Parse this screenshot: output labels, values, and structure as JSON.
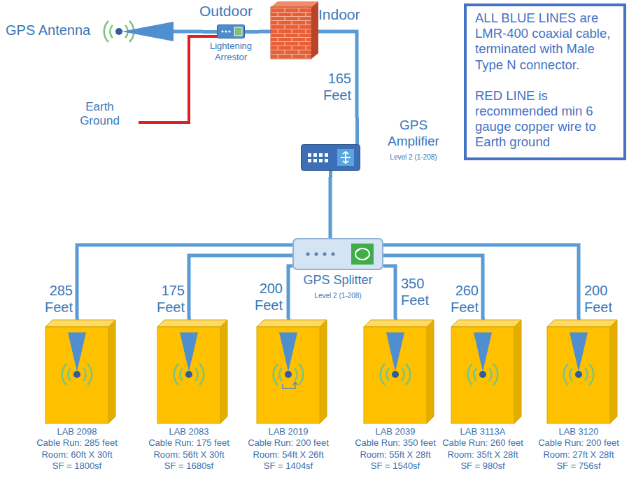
{
  "diagram": {
    "nodes": [
      {
        "text": [
          "GPS Antenna"
        ]
      },
      {
        "text": [
          "Lightening Arrestor"
        ]
      },
      {
        "text": [
          "ALL BLUE LINES are LMR-400 coaxial cable, terminated with Male Type N connector.",
          "RED LINE is recommended min 6 gauge copper wire to Earth ground"
        ]
      },
      {
        "text": [
          "GPS Amplifier",
          "Level 2 (1-208)"
        ]
      },
      {
        "text": [
          "GPS Splitter",
          "Level 2 (1-208)"
        ]
      },
      {
        "text": [
          "LAB 2098",
          "Cable Run: 285 feet",
          "Room: 60ft X 30ft",
          "SF = 1800sf"
        ]
      },
      {
        "text": [
          "LAB 2083",
          "Cable Run: 175 feet",
          "Room: 56ft X 30ft",
          "SF = 1680sf"
        ]
      },
      {
        "text": [
          "LAB 2019",
          "Cable Run: 200 feet",
          "Room: 54ft X 26ft",
          "SF = 1404sf"
        ]
      },
      {
        "text": [
          "LAB 2039",
          "Cable Run: 350 feet",
          "Room: 55ft X 28ft",
          "SF = 1540sf"
        ]
      },
      {
        "text": [
          "LAB 3113A",
          "Cable Run: 260 feet",
          "Room: 35ft X 28ft",
          "SF = 980sf"
        ]
      },
      {
        "text": [
          "LAB 3120",
          "Cable Run: 200 feet",
          "Room: 27ft X 28ft",
          "SF = 756sf"
        ]
      }
    ],
    "edges": [
      {
        "from": 0,
        "to": 1,
        "arrow": "none"
      },
      {
        "from": 1,
        "to": 3,
        "label": "165 Feet",
        "arrow": "none"
      },
      {
        "from": 3,
        "to": 4,
        "arrow": "none"
      },
      {
        "from": 4,
        "to": 5,
        "label": "285 Feet",
        "arrow": "none"
      },
      {
        "from": 4,
        "to": 6,
        "label": "175 Feet",
        "arrow": "none"
      },
      {
        "from": 4,
        "to": 7,
        "label": "200 Feet",
        "arrow": "none"
      },
      {
        "from": 4,
        "to": 8,
        "label": "350 Feet",
        "arrow": "none"
      },
      {
        "from": 4,
        "to": 9,
        "label": "260 Feet",
        "arrow": "none"
      },
      {
        "from": 4,
        "to": 10,
        "label": "200 Feet",
        "arrow": "none"
      }
    ],
    "labels": [
      "Outdoor",
      "Indoor",
      "Earth Ground"
    ]
  }
}
